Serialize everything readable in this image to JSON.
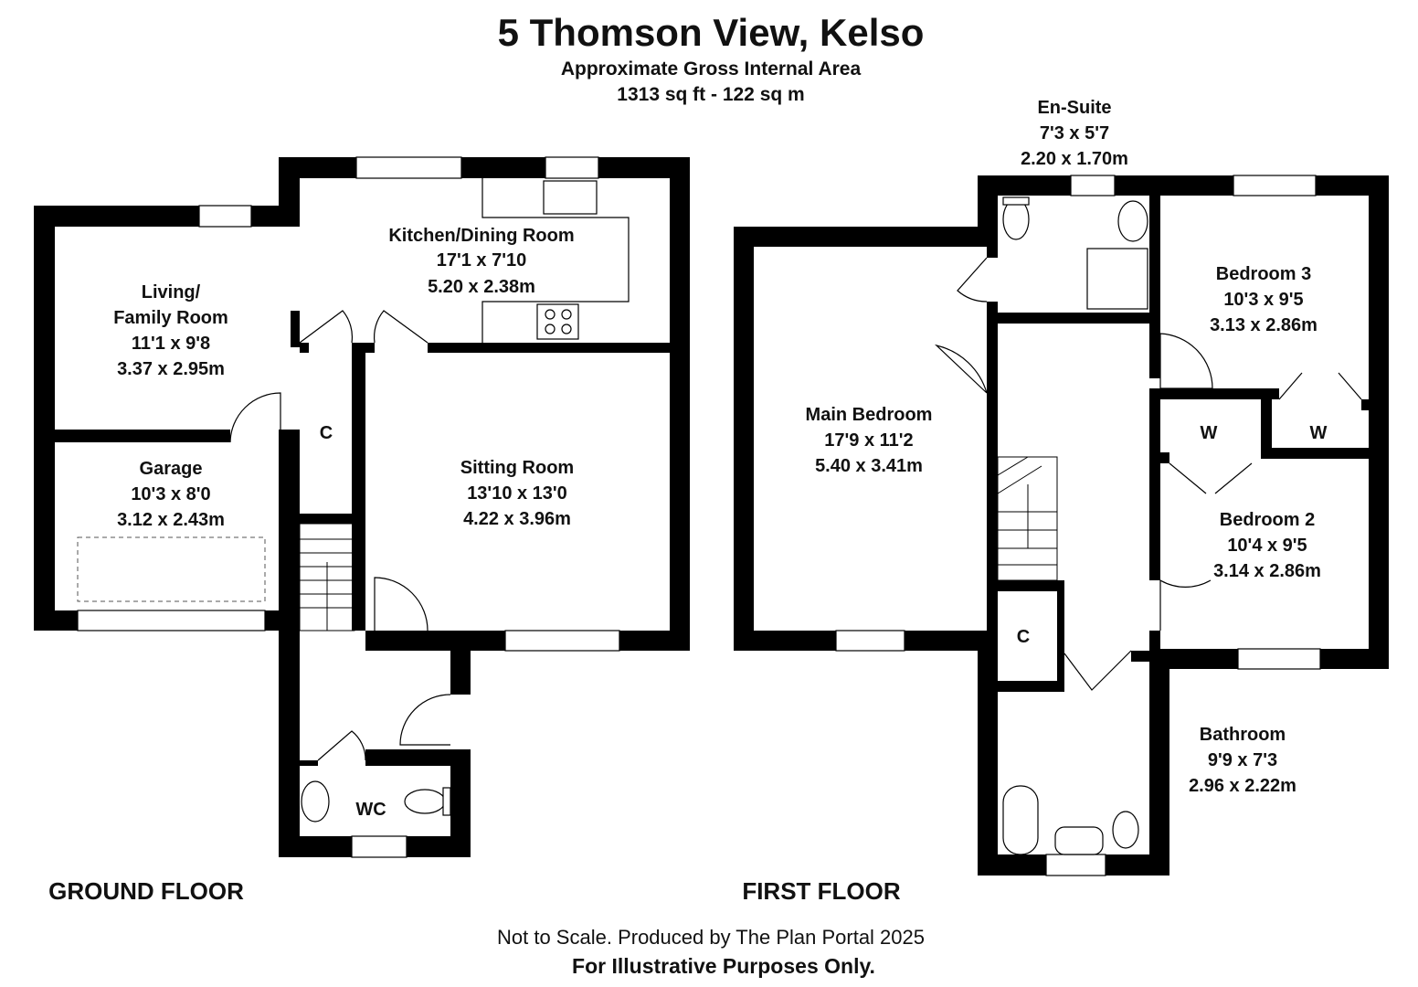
{
  "header": {
    "title": "5 Thomson View, Kelso",
    "subtitle": "Approximate Gross Internal Area",
    "area": "1313 sq ft - 122 sq m"
  },
  "ground_floor": {
    "label": "GROUND FLOOR",
    "rooms": [
      {
        "name": "Kitchen/Dining Room",
        "imperial": "17'1 x 7'10",
        "metric": "5.20 x 2.38m"
      },
      {
        "name_lines": [
          "Living/",
          "Family Room"
        ],
        "imperial": "11'1 x 9'8",
        "metric": "3.37 x 2.95m"
      },
      {
        "name": "Garage",
        "imperial": "10'3 x 8'0",
        "metric": "3.12 x 2.43m"
      },
      {
        "name": "Sitting Room",
        "imperial": "13'10 x 13'0",
        "metric": "4.22 x 3.96m"
      },
      {
        "name": "C"
      },
      {
        "name": "WC"
      }
    ]
  },
  "first_floor": {
    "label": "FIRST FLOOR",
    "rooms": [
      {
        "name": "En-Suite",
        "imperial": "7'3 x 5'7",
        "metric": "2.20 x 1.70m"
      },
      {
        "name": "Main Bedroom",
        "imperial": "17'9 x 11'2",
        "metric": "5.40 x 3.41m"
      },
      {
        "name": "Bedroom 3",
        "imperial": "10'3 x 9'5",
        "metric": "3.13 x 2.86m"
      },
      {
        "name": "Bedroom 2",
        "imperial": "10'4 x 9'5",
        "metric": "3.14 x 2.86m"
      },
      {
        "name": "Bathroom",
        "imperial": "9'9 x 7'3",
        "metric": "2.96 x 2.22m"
      },
      {
        "name": "W"
      },
      {
        "name": "W"
      },
      {
        "name": "C"
      }
    ]
  },
  "footer": {
    "line1": "Not to Scale. Produced by The Plan Portal 2025",
    "line2": "For Illustrative Purposes Only."
  }
}
